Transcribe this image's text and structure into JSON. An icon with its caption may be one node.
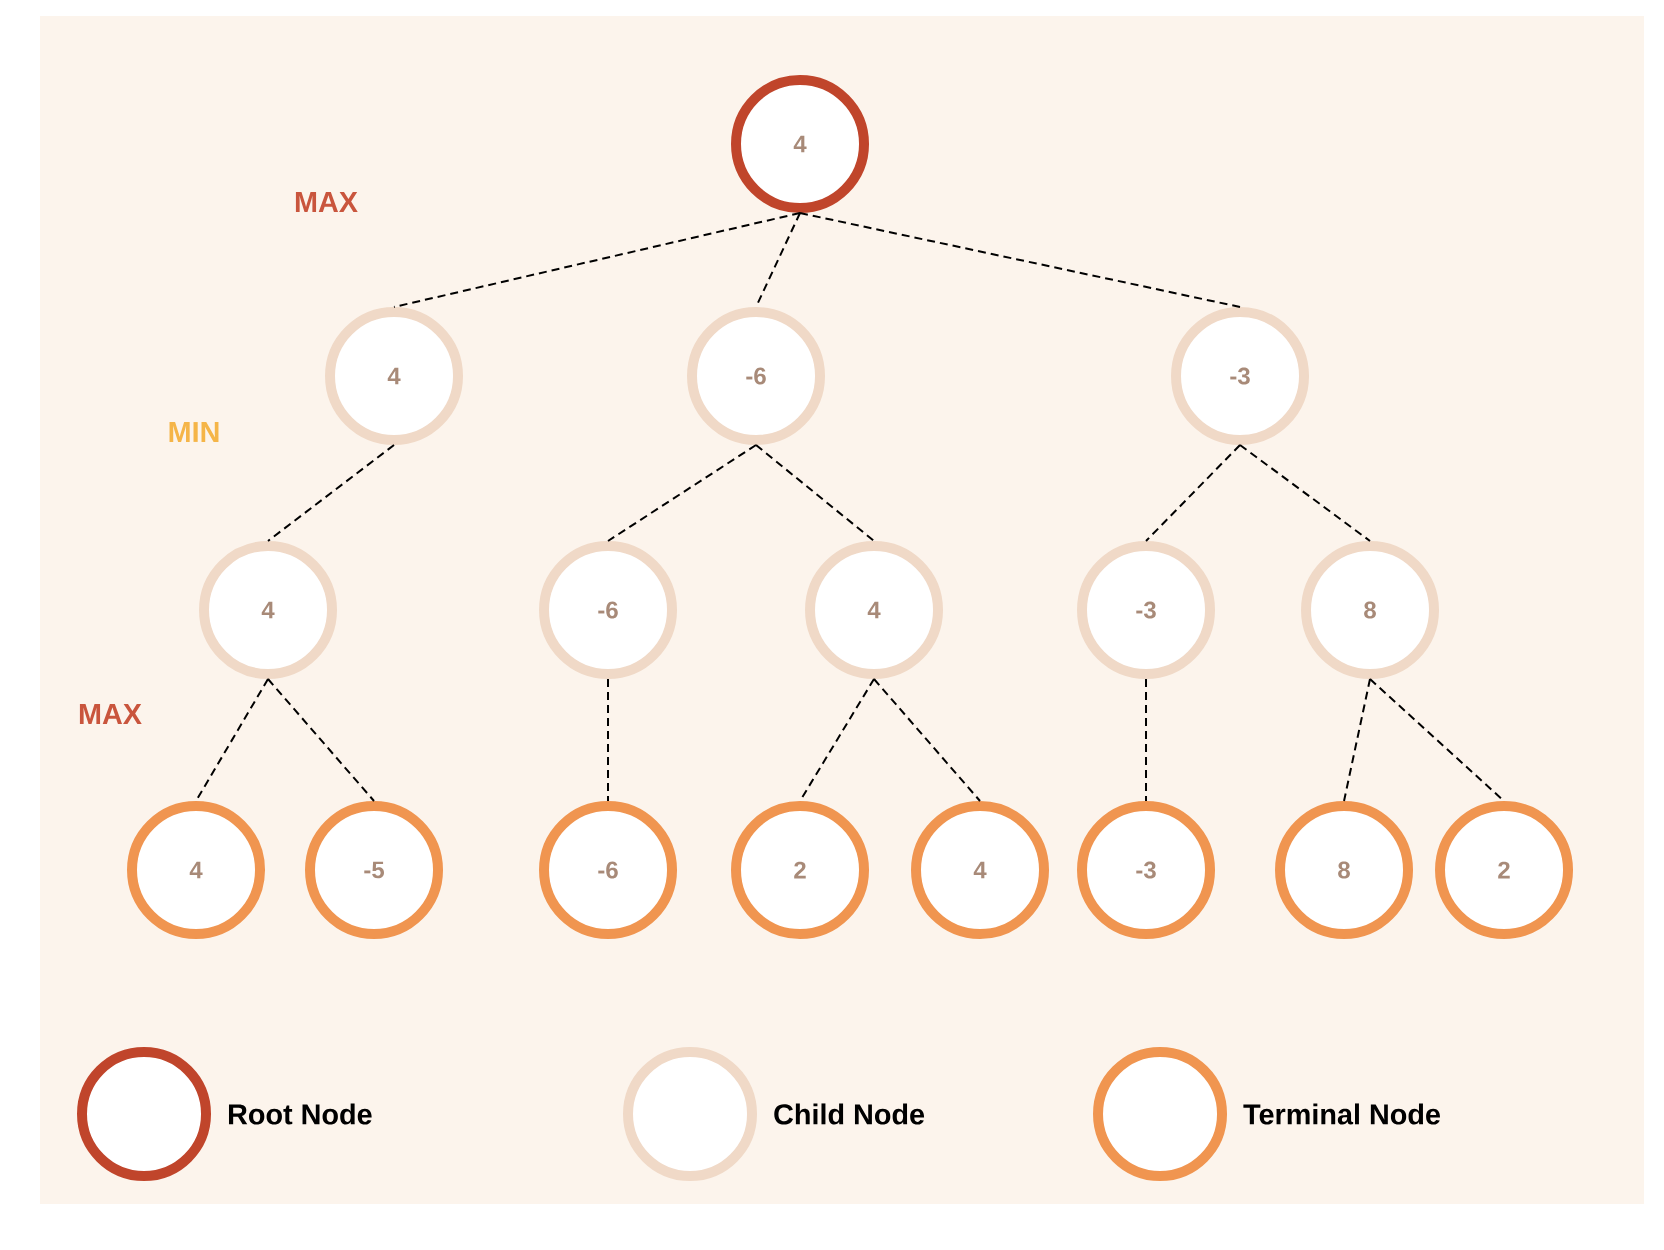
{
  "diagram": {
    "nodes": [
      {
        "text": [
          "4"
        ]
      },
      {
        "text": [
          "4"
        ]
      },
      {
        "text": [
          "-6"
        ]
      },
      {
        "text": [
          "-3"
        ]
      },
      {
        "text": [
          "4"
        ]
      },
      {
        "text": [
          "-6"
        ]
      },
      {
        "text": [
          "4"
        ]
      },
      {
        "text": [
          "-3"
        ]
      },
      {
        "text": [
          "8"
        ]
      },
      {
        "text": [
          "4"
        ]
      },
      {
        "text": [
          "-5"
        ]
      },
      {
        "text": [
          "-6"
        ]
      },
      {
        "text": [
          "2"
        ]
      },
      {
        "text": [
          "4"
        ]
      },
      {
        "text": [
          "-3"
        ]
      },
      {
        "text": [
          "8"
        ]
      },
      {
        "text": [
          "2"
        ]
      }
    ],
    "edges": [
      {
        "from": 0,
        "to": 1,
        "arrow": "none",
        "style": "dashed"
      },
      {
        "from": 0,
        "to": 2,
        "arrow": "none",
        "style": "dashed"
      },
      {
        "from": 0,
        "to": 3,
        "arrow": "none",
        "style": "dashed"
      },
      {
        "from": 1,
        "to": 4,
        "arrow": "none",
        "style": "dashed"
      },
      {
        "from": 2,
        "to": 5,
        "arrow": "none",
        "style": "dashed"
      },
      {
        "from": 2,
        "to": 6,
        "arrow": "none",
        "style": "dashed"
      },
      {
        "from": 3,
        "to": 7,
        "arrow": "none",
        "style": "dashed"
      },
      {
        "from": 3,
        "to": 8,
        "arrow": "none",
        "style": "dashed"
      },
      {
        "from": 4,
        "to": 9,
        "arrow": "none",
        "style": "dashed"
      },
      {
        "from": 4,
        "to": 10,
        "arrow": "none",
        "style": "dashed"
      },
      {
        "from": 5,
        "to": 11,
        "arrow": "none",
        "style": "dashed"
      },
      {
        "from": 6,
        "to": 12,
        "arrow": "none",
        "style": "dashed"
      },
      {
        "from": 6,
        "to": 13,
        "arrow": "none",
        "style": "dashed"
      },
      {
        "from": 7,
        "to": 14,
        "arrow": "none",
        "style": "dashed"
      },
      {
        "from": 8,
        "to": 15,
        "arrow": "none",
        "style": "dashed"
      },
      {
        "from": 8,
        "to": 16,
        "arrow": "none",
        "style": "dashed"
      }
    ],
    "labels": [
      "MAX",
      "MIN",
      "MAX"
    ],
    "legend": [
      {
        "text": "Root Node"
      },
      {
        "text": "Child Node"
      },
      {
        "text": "Terminal Node"
      }
    ]
  }
}
